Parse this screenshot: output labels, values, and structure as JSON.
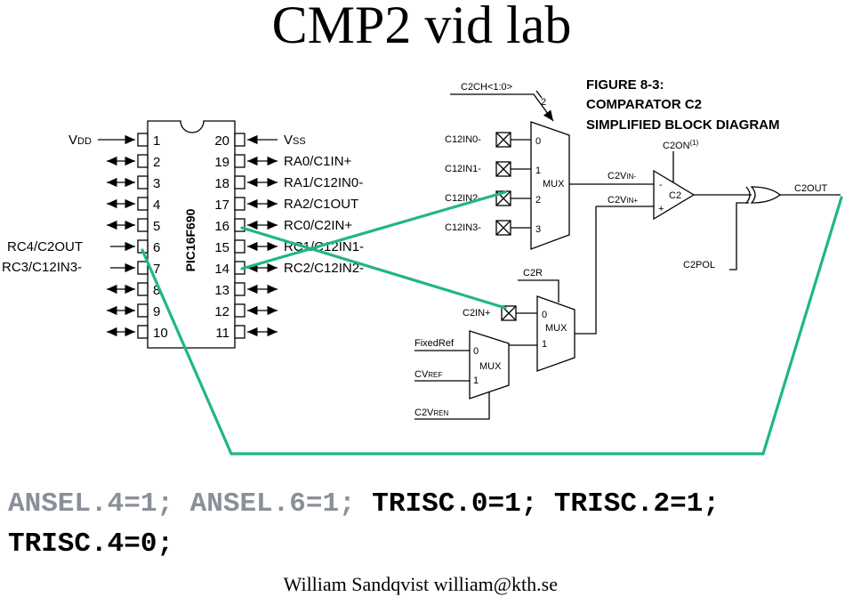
{
  "title": "CMP2 vid lab",
  "chip": {
    "name": "PIC16F690",
    "left_pin_numbers": [
      "1",
      "2",
      "3",
      "4",
      "5",
      "6",
      "7",
      "8",
      "9",
      "10"
    ],
    "right_pin_numbers": [
      "20",
      "19",
      "18",
      "17",
      "16",
      "15",
      "14",
      "13",
      "12",
      "11"
    ],
    "left_labels": {
      "vdd_main": "V",
      "vdd_sub": "DD",
      "rc4": "RC4/C2OUT",
      "rc3": "RC3/C12IN3-"
    },
    "right_labels": {
      "vss_main": "V",
      "vss_sub": "SS",
      "ra0": "RA0/C1IN+",
      "ra1": "RA1/C12IN0-",
      "ra2": "RA2/C1OUT",
      "rc0": "RC0/C2IN+",
      "rc1": "RC1/C12IN1-",
      "rc2": "RC2/C12IN2-"
    }
  },
  "figure": {
    "line1": "FIGURE 8-3:",
    "line2": "COMPARATOR C2",
    "line3": "SIMPLIFIED BLOCK DIAGRAM",
    "c2ch": "C2CH<1:0>",
    "c2ch_width": "2",
    "inputs": [
      "C12IN0-",
      "C12IN1-",
      "C12IN2-",
      "C12IN3-"
    ],
    "mux_numbers": [
      "0",
      "1",
      "2",
      "3"
    ],
    "mux_label": "MUX",
    "c2on_main": "C2ON",
    "c2on_sup": "(1)",
    "c2vin_minus_main": "C2V",
    "c2vin_minus_sub": "IN-",
    "c2vin_plus_main": "C2V",
    "c2vin_plus_sub": "IN+",
    "comp_label": "C2",
    "minus": "-",
    "plus": "+",
    "c2out": "C2OUT",
    "c2pol": "C2POL",
    "c2r": "C2R",
    "c2in_plus": "C2IN+",
    "mux2_label": "MUX",
    "mux2_0": "0",
    "mux2_1": "1",
    "fixedref": "FixedRef",
    "cvref_main": "CV",
    "cvref_sub": "REF",
    "c2vren_main": "C2V",
    "c2vren_sub": "REN",
    "mux3_label": "MUX",
    "mux3_0": "0",
    "mux3_1": "1"
  },
  "code": {
    "gray_part": "ANSEL.4=1; ANSEL.6=1;",
    "black_part": "TRISC.0=1; TRISC.2=1;",
    "line2": "TRISC.4=0;",
    "gray_color": "#8a8f99",
    "black_color": "#000000"
  },
  "footer": {
    "text": "William Sandqvist  william@kth.se"
  },
  "colors": {
    "wire_accent": "#1fb784"
  }
}
